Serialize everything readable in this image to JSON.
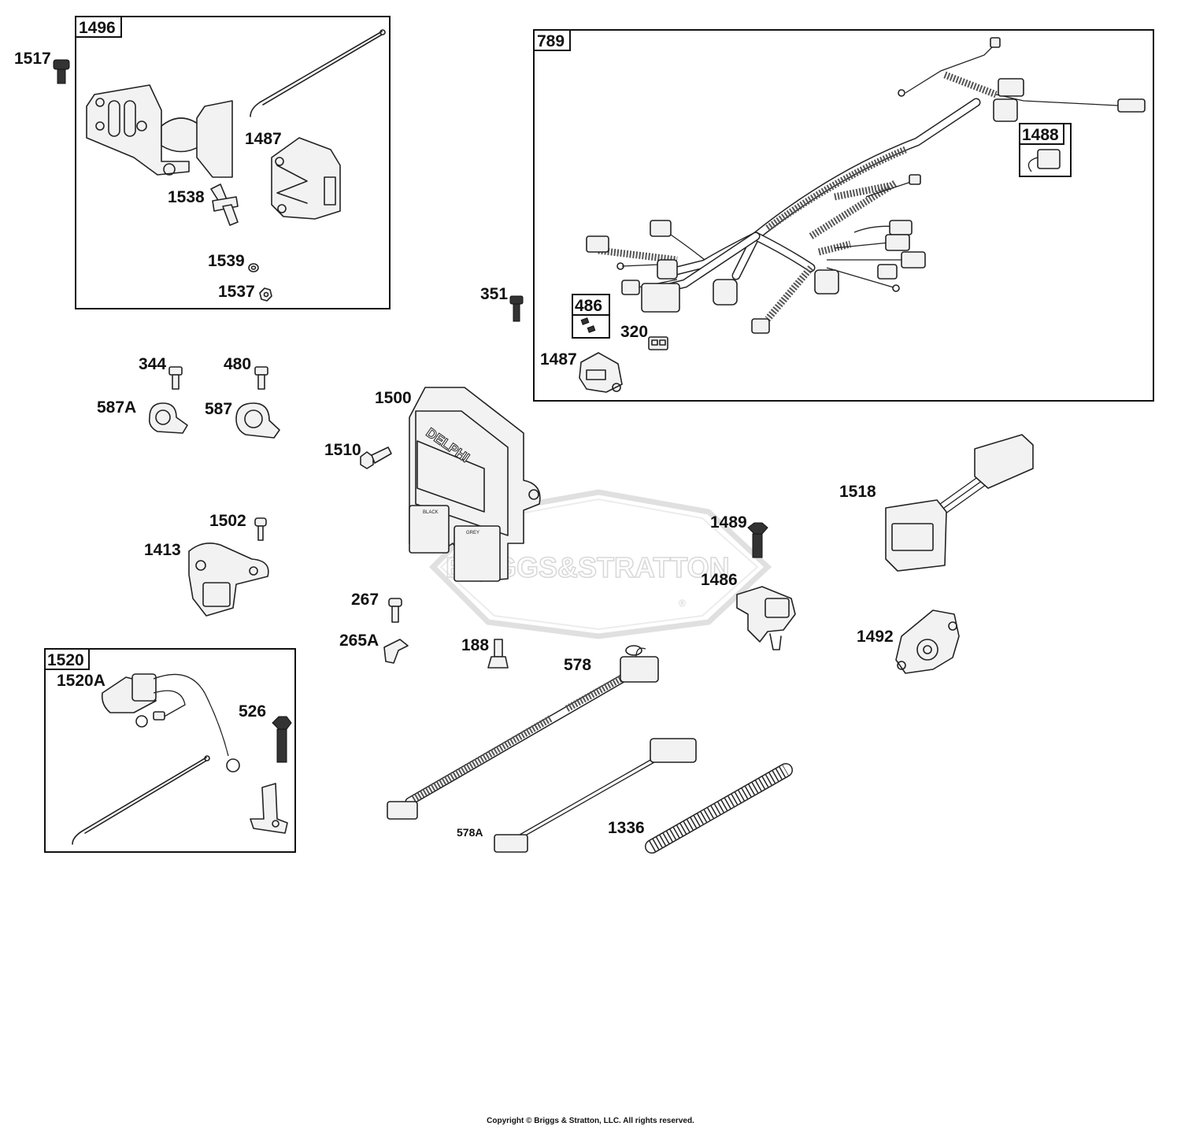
{
  "watermark": {
    "text": "BRIGGS&STRATTON",
    "registered": "®"
  },
  "ecu_brand": "DELPHI",
  "ecu_connector_labels": [
    "BLACK",
    "GREY"
  ],
  "groups": {
    "g1496": "1496",
    "g789": "789",
    "g1488": "1488",
    "g486": "486",
    "g1520": "1520"
  },
  "parts": {
    "p1517": "1517",
    "p1487a": "1487",
    "p1538": "1538",
    "p1539": "1539",
    "p1537": "1537",
    "p351": "351",
    "p320": "320",
    "p1487b": "1487",
    "p344": "344",
    "p480": "480",
    "p587A": "587A",
    "p587": "587",
    "p1500": "1500",
    "p1510": "1510",
    "p1518": "1518",
    "p1502": "1502",
    "p1413": "1413",
    "p1489": "1489",
    "p1486": "1486",
    "p267": "267",
    "p265A": "265A",
    "p188": "188",
    "p578": "578",
    "p1492": "1492",
    "p1520A": "1520A",
    "p526": "526",
    "p578A": "578A",
    "p1336": "1336"
  },
  "copyright": "Copyright © Briggs & Stratton, LLC. All rights reserved."
}
